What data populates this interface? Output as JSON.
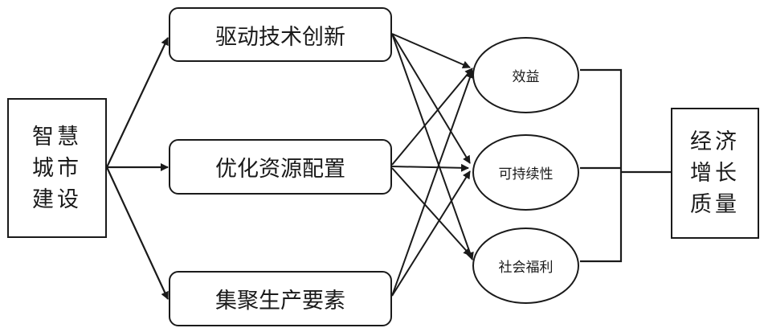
{
  "source_node": {
    "label": "智慧\n城市\n建设"
  },
  "mechanisms": [
    {
      "label": "驱动技术创新"
    },
    {
      "label": "优化资源配置"
    },
    {
      "label": "集聚生产要素"
    }
  ],
  "outcomes": [
    {
      "label": "效益"
    },
    {
      "label": "可持续性"
    },
    {
      "label": "社会福利"
    }
  ],
  "target_node": {
    "label": "经济\n增长\n质量"
  },
  "colors": {
    "stroke": "#1a1a1a",
    "background": "#ffffff"
  }
}
